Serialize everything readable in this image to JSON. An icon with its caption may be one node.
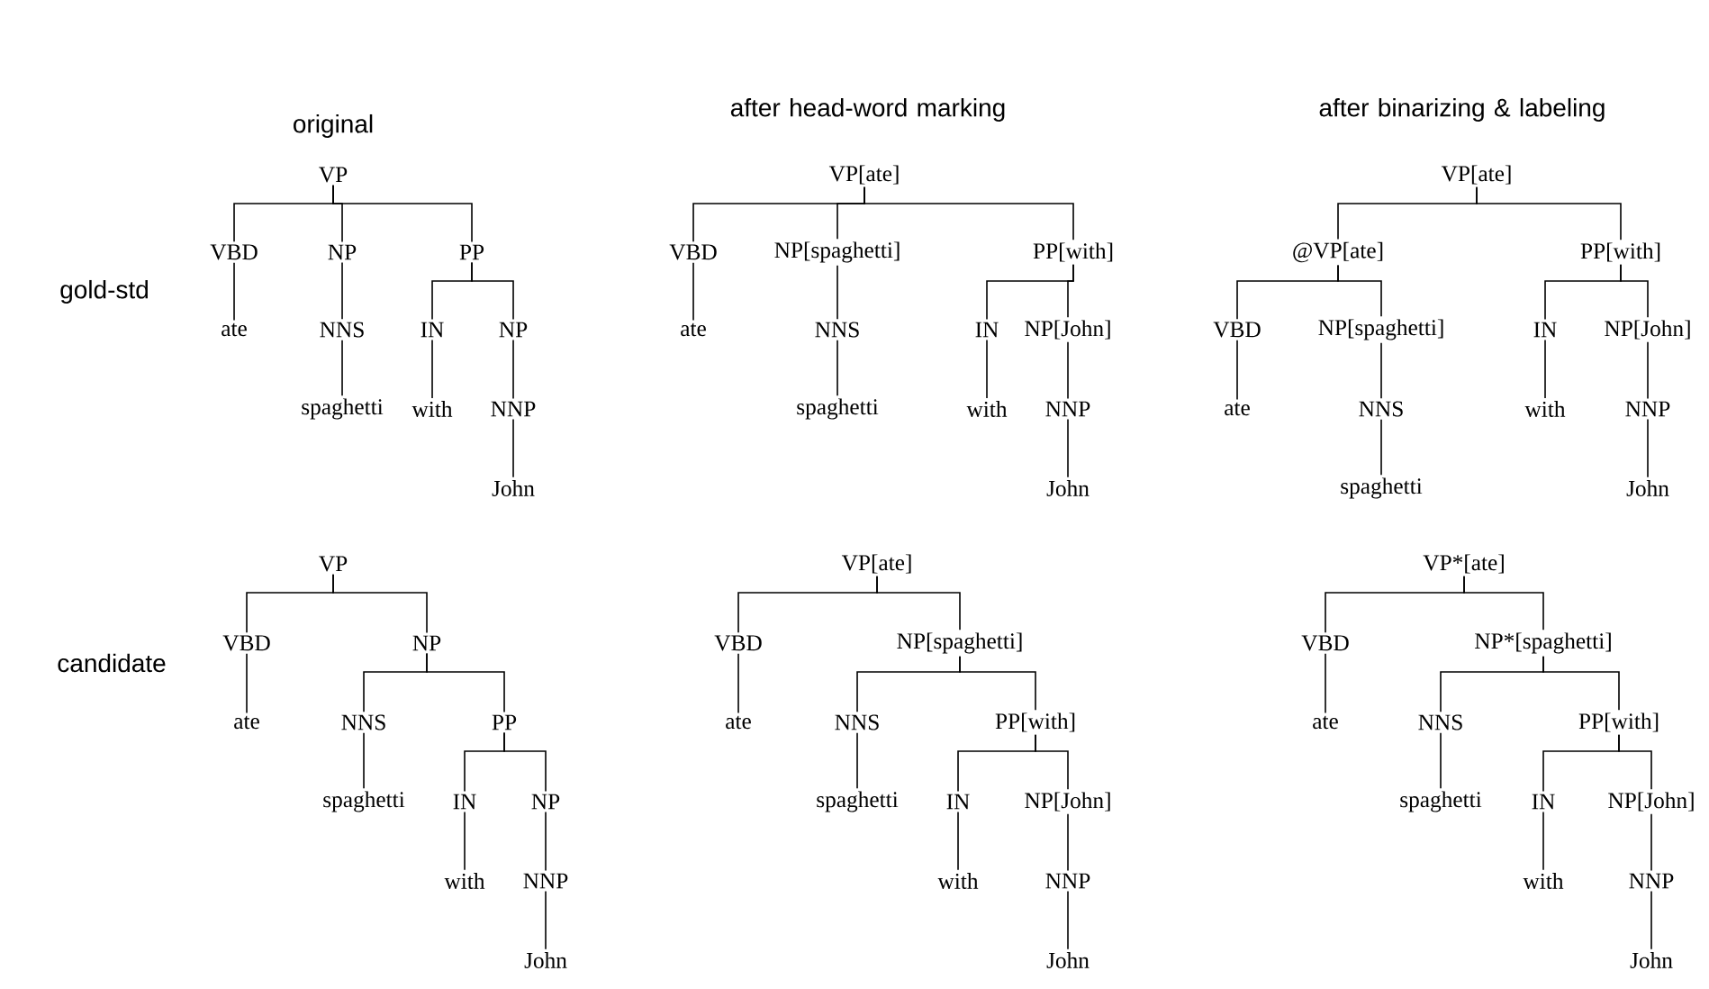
{
  "diagram": {
    "nodes": [
      {
        "text": [
          "VP"
        ]
      },
      {
        "text": [
          "VBD"
        ]
      },
      {
        "text": [
          "NP"
        ]
      },
      {
        "text": [
          "PP"
        ]
      },
      {
        "text": [
          "ate"
        ]
      },
      {
        "text": [
          "NNS"
        ]
      },
      {
        "text": [
          "IN"
        ]
      },
      {
        "text": [
          "NP"
        ]
      },
      {
        "text": [
          "spaghetti"
        ]
      },
      {
        "text": [
          "with"
        ]
      },
      {
        "text": [
          "NNP"
        ]
      },
      {
        "text": [
          "John"
        ]
      },
      {
        "text": [
          "VP[ate]"
        ]
      },
      {
        "text": [
          "VBD"
        ]
      },
      {
        "text": [
          "NP[spaghetti]"
        ]
      },
      {
        "text": [
          "PP[with]"
        ]
      },
      {
        "text": [
          "ate"
        ]
      },
      {
        "text": [
          "NNS"
        ]
      },
      {
        "text": [
          "IN"
        ]
      },
      {
        "text": [
          "NP[John]"
        ]
      },
      {
        "text": [
          "spaghetti"
        ]
      },
      {
        "text": [
          "with"
        ]
      },
      {
        "text": [
          "NNP"
        ]
      },
      {
        "text": [
          "John"
        ]
      },
      {
        "text": [
          "VP[ate]"
        ]
      },
      {
        "text": [
          "@VP[ate]"
        ]
      },
      {
        "text": [
          "PP[with]"
        ]
      },
      {
        "text": [
          "VBD"
        ]
      },
      {
        "text": [
          "NP[spaghetti]"
        ]
      },
      {
        "text": [
          "IN"
        ]
      },
      {
        "text": [
          "NP[John]"
        ]
      },
      {
        "text": [
          "ate"
        ]
      },
      {
        "text": [
          "NNS"
        ]
      },
      {
        "text": [
          "with"
        ]
      },
      {
        "text": [
          "NNP"
        ]
      },
      {
        "text": [
          "spaghetti"
        ]
      },
      {
        "text": [
          "John"
        ]
      },
      {
        "text": [
          "VP"
        ]
      },
      {
        "text": [
          "VBD"
        ]
      },
      {
        "text": [
          "NP"
        ]
      },
      {
        "text": [
          "ate"
        ]
      },
      {
        "text": [
          "NNS"
        ]
      },
      {
        "text": [
          "PP"
        ]
      },
      {
        "text": [
          "spaghetti"
        ]
      },
      {
        "text": [
          "IN"
        ]
      },
      {
        "text": [
          "NP"
        ]
      },
      {
        "text": [
          "with"
        ]
      },
      {
        "text": [
          "NNP"
        ]
      },
      {
        "text": [
          "John"
        ]
      },
      {
        "text": [
          "VP[ate]"
        ]
      },
      {
        "text": [
          "VBD"
        ]
      },
      {
        "text": [
          "NP[spaghetti]"
        ]
      },
      {
        "text": [
          "ate"
        ]
      },
      {
        "text": [
          "NNS"
        ]
      },
      {
        "text": [
          "PP[with]"
        ]
      },
      {
        "text": [
          "spaghetti"
        ]
      },
      {
        "text": [
          "IN"
        ]
      },
      {
        "text": [
          "NP[John]"
        ]
      },
      {
        "text": [
          "with"
        ]
      },
      {
        "text": [
          "NNP"
        ]
      },
      {
        "text": [
          "John"
        ]
      },
      {
        "text": [
          "VP*[ate]"
        ]
      },
      {
        "text": [
          "VBD"
        ]
      },
      {
        "text": [
          "NP*[spaghetti]"
        ]
      },
      {
        "text": [
          "ate"
        ]
      },
      {
        "text": [
          "NNS"
        ]
      },
      {
        "text": [
          "PP[with]"
        ]
      },
      {
        "text": [
          "spaghetti"
        ]
      },
      {
        "text": [
          "IN"
        ]
      },
      {
        "text": [
          "NP[John]"
        ]
      },
      {
        "text": [
          "with"
        ]
      },
      {
        "text": [
          "NNP"
        ]
      },
      {
        "text": [
          "John"
        ]
      }
    ],
    "edges": [
      {
        "from": 0,
        "to": 1,
        "arrow": "none"
      },
      {
        "from": 0,
        "to": 2,
        "arrow": "none"
      },
      {
        "from": 0,
        "to": 3,
        "arrow": "none"
      },
      {
        "from": 1,
        "to": 4,
        "arrow": "none"
      },
      {
        "from": 2,
        "to": 5,
        "arrow": "none"
      },
      {
        "from": 3,
        "to": 6,
        "arrow": "none"
      },
      {
        "from": 3,
        "to": 7,
        "arrow": "none"
      },
      {
        "from": 5,
        "to": 8,
        "arrow": "none"
      },
      {
        "from": 6,
        "to": 9,
        "arrow": "none"
      },
      {
        "from": 7,
        "to": 10,
        "arrow": "none"
      },
      {
        "from": 10,
        "to": 11,
        "arrow": "none"
      },
      {
        "from": 12,
        "to": 13,
        "arrow": "none"
      },
      {
        "from": 12,
        "to": 14,
        "arrow": "none"
      },
      {
        "from": 12,
        "to": 15,
        "arrow": "none"
      },
      {
        "from": 13,
        "to": 16,
        "arrow": "none"
      },
      {
        "from": 14,
        "to": 17,
        "arrow": "none"
      },
      {
        "from": 15,
        "to": 18,
        "arrow": "none"
      },
      {
        "from": 15,
        "to": 19,
        "arrow": "none"
      },
      {
        "from": 17,
        "to": 20,
        "arrow": "none"
      },
      {
        "from": 18,
        "to": 21,
        "arrow": "none"
      },
      {
        "from": 19,
        "to": 22,
        "arrow": "none"
      },
      {
        "from": 22,
        "to": 23,
        "arrow": "none"
      },
      {
        "from": 24,
        "to": 25,
        "arrow": "none"
      },
      {
        "from": 24,
        "to": 26,
        "arrow": "none"
      },
      {
        "from": 25,
        "to": 27,
        "arrow": "none"
      },
      {
        "from": 25,
        "to": 28,
        "arrow": "none"
      },
      {
        "from": 26,
        "to": 29,
        "arrow": "none"
      },
      {
        "from": 26,
        "to": 30,
        "arrow": "none"
      },
      {
        "from": 27,
        "to": 31,
        "arrow": "none"
      },
      {
        "from": 28,
        "to": 32,
        "arrow": "none"
      },
      {
        "from": 29,
        "to": 33,
        "arrow": "none"
      },
      {
        "from": 30,
        "to": 34,
        "arrow": "none"
      },
      {
        "from": 32,
        "to": 35,
        "arrow": "none"
      },
      {
        "from": 34,
        "to": 36,
        "arrow": "none"
      },
      {
        "from": 37,
        "to": 38,
        "arrow": "none"
      },
      {
        "from": 37,
        "to": 39,
        "arrow": "none"
      },
      {
        "from": 38,
        "to": 40,
        "arrow": "none"
      },
      {
        "from": 39,
        "to": 41,
        "arrow": "none"
      },
      {
        "from": 39,
        "to": 42,
        "arrow": "none"
      },
      {
        "from": 41,
        "to": 43,
        "arrow": "none"
      },
      {
        "from": 42,
        "to": 44,
        "arrow": "none"
      },
      {
        "from": 42,
        "to": 45,
        "arrow": "none"
      },
      {
        "from": 44,
        "to": 46,
        "arrow": "none"
      },
      {
        "from": 45,
        "to": 47,
        "arrow": "none"
      },
      {
        "from": 47,
        "to": 48,
        "arrow": "none"
      },
      {
        "from": 49,
        "to": 50,
        "arrow": "none"
      },
      {
        "from": 49,
        "to": 51,
        "arrow": "none"
      },
      {
        "from": 50,
        "to": 52,
        "arrow": "none"
      },
      {
        "from": 51,
        "to": 53,
        "arrow": "none"
      },
      {
        "from": 51,
        "to": 54,
        "arrow": "none"
      },
      {
        "from": 53,
        "to": 55,
        "arrow": "none"
      },
      {
        "from": 54,
        "to": 56,
        "arrow": "none"
      },
      {
        "from": 54,
        "to": 57,
        "arrow": "none"
      },
      {
        "from": 56,
        "to": 58,
        "arrow": "none"
      },
      {
        "from": 57,
        "to": 59,
        "arrow": "none"
      },
      {
        "from": 59,
        "to": 60,
        "arrow": "none"
      },
      {
        "from": 61,
        "to": 62,
        "arrow": "none"
      },
      {
        "from": 61,
        "to": 63,
        "arrow": "none"
      },
      {
        "from": 62,
        "to": 64,
        "arrow": "none"
      },
      {
        "from": 63,
        "to": 65,
        "arrow": "none"
      },
      {
        "from": 63,
        "to": 66,
        "arrow": "none"
      },
      {
        "from": 65,
        "to": 67,
        "arrow": "none"
      },
      {
        "from": 66,
        "to": 68,
        "arrow": "none"
      },
      {
        "from": 66,
        "to": 69,
        "arrow": "none"
      },
      {
        "from": 68,
        "to": 70,
        "arrow": "none"
      },
      {
        "from": 69,
        "to": 71,
        "arrow": "none"
      },
      {
        "from": 71,
        "to": 72,
        "arrow": "none"
      }
    ],
    "labels": [
      "original",
      "after head-word marking",
      "after binarizing & labeling",
      "gold-std",
      "candidate"
    ]
  }
}
